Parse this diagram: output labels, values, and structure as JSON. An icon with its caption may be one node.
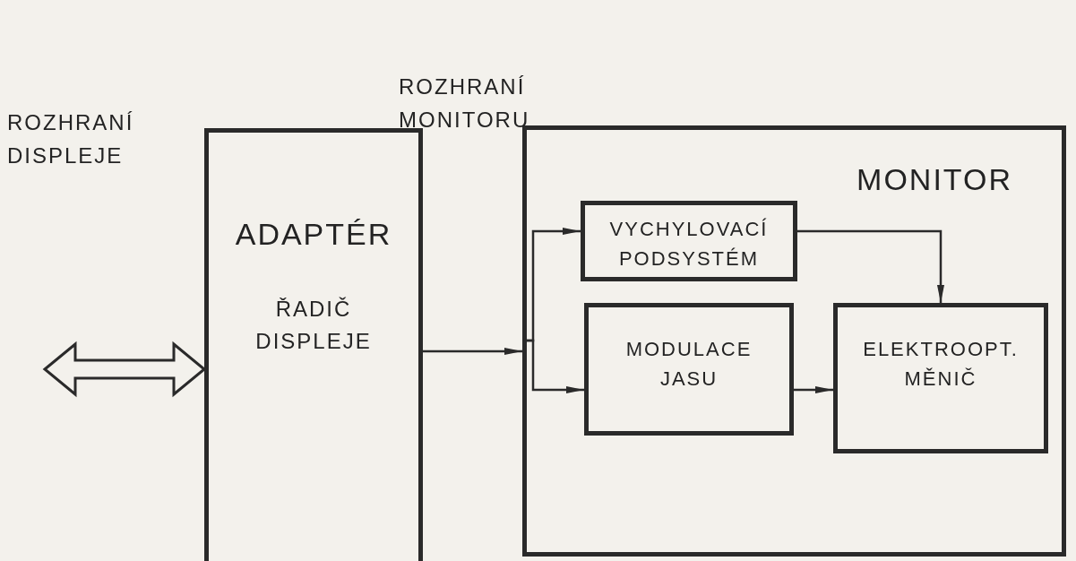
{
  "diagram": {
    "nodes": [
      {
        "text": [
          "ADAPTÉR",
          "ŘADIČ DISPLEJE"
        ]
      },
      {
        "text": [
          "MONITOR"
        ]
      },
      {
        "text": [
          "VYCHYLOVACÍ PODSYSTÉM"
        ],
        "in": 1
      },
      {
        "text": [
          "MODULACE JASU"
        ],
        "in": 1
      },
      {
        "text": [
          "ELEKTROOPT. MĚNIČ"
        ],
        "in": 1
      }
    ],
    "edges": [
      {
        "from": null,
        "to": 0,
        "arrow": "both",
        "style": "thick"
      },
      {
        "from": 0,
        "to": 1,
        "arrow": "to"
      },
      {
        "from": 1,
        "to": 2,
        "arrow": "to"
      },
      {
        "from": 1,
        "to": 3,
        "arrow": "to"
      },
      {
        "from": 2,
        "to": 4,
        "arrow": "to"
      },
      {
        "from": 3,
        "to": 4,
        "arrow": "to"
      }
    ],
    "labels": [
      "ROZHRANÍ MONITORU",
      "ROZHRANÍ DISPLEJE"
    ]
  }
}
